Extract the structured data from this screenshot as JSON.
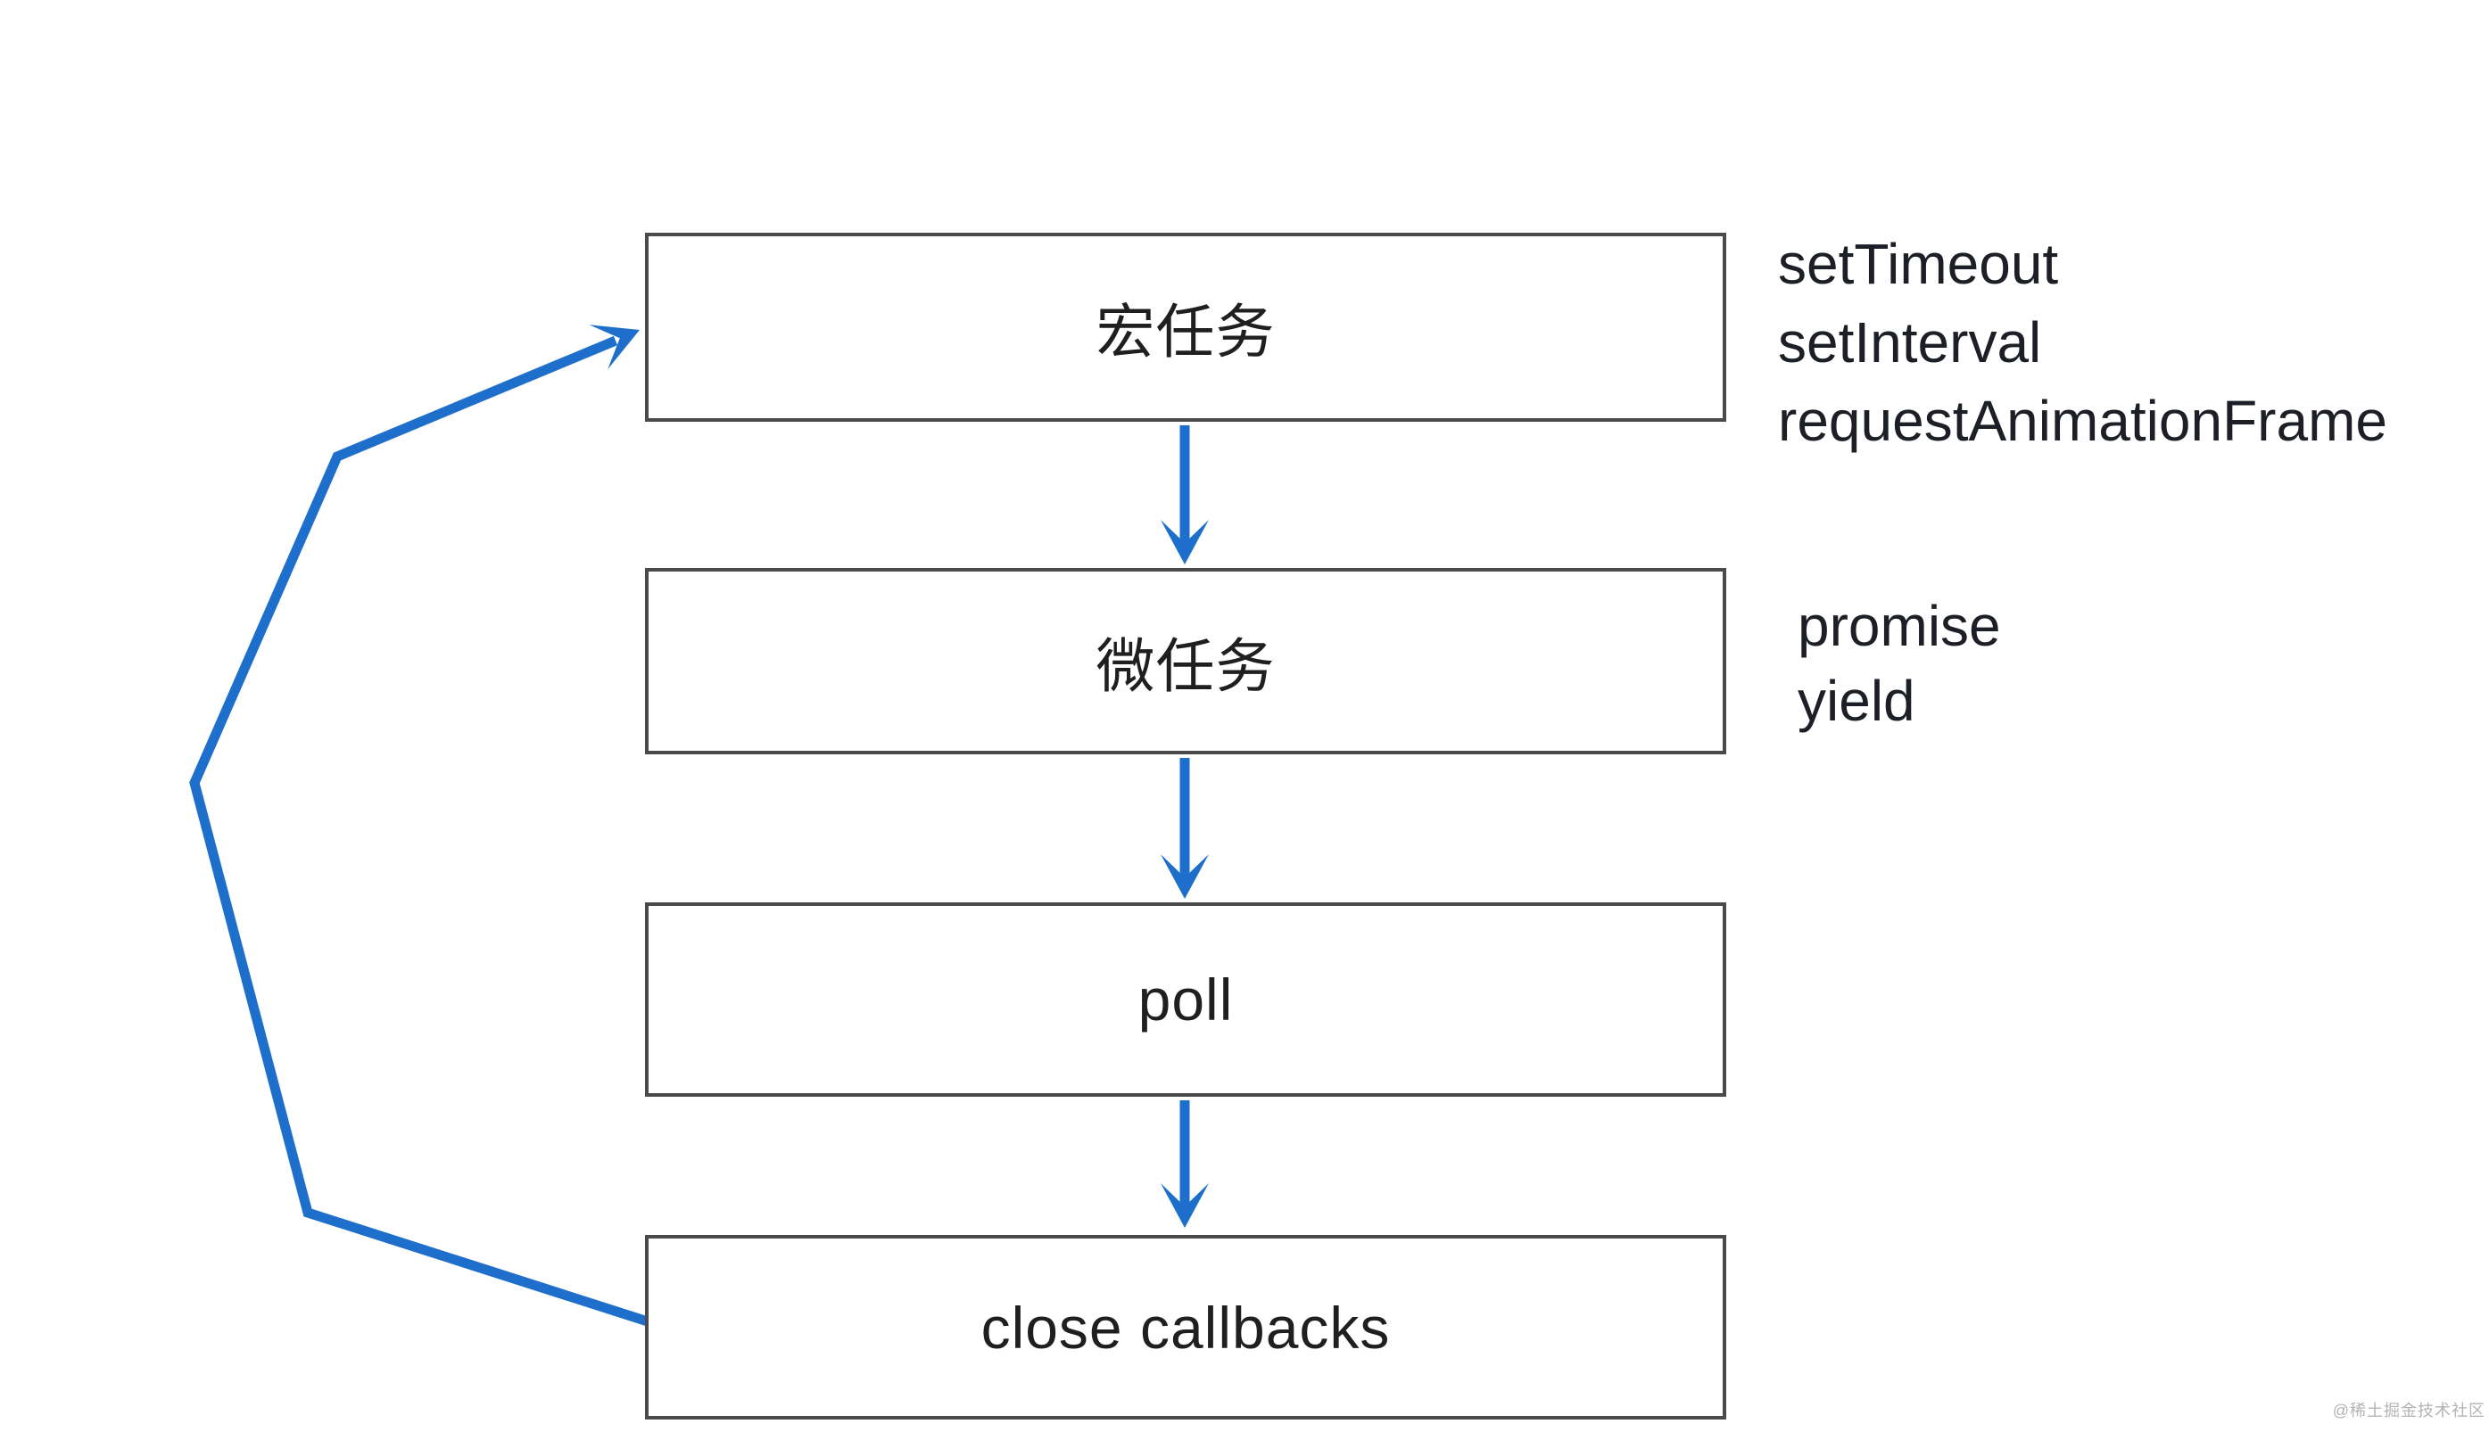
{
  "diagram": {
    "title_implicit": "event loop task flow",
    "boxes": [
      {
        "id": "macro-task",
        "label": "宏任务"
      },
      {
        "id": "micro-task",
        "label": "微任务"
      },
      {
        "id": "poll",
        "label": "poll"
      },
      {
        "id": "close-callbacks",
        "label": "close callbacks"
      }
    ],
    "side_notes": {
      "macro_apis": [
        "setTimeout",
        "setInterval",
        "requestAnimationFrame"
      ],
      "micro_apis": [
        "promise",
        "yield"
      ]
    },
    "watermark": "@稀土掘金技术社区",
    "colors": {
      "arrow_blue": "#1e6fcb",
      "box_border": "#4a4a4a",
      "label_text": "#1f1f1f",
      "note_text": "#1d1f26",
      "watermark_gray": "#b3b3b6",
      "background": "#ffffff"
    }
  }
}
